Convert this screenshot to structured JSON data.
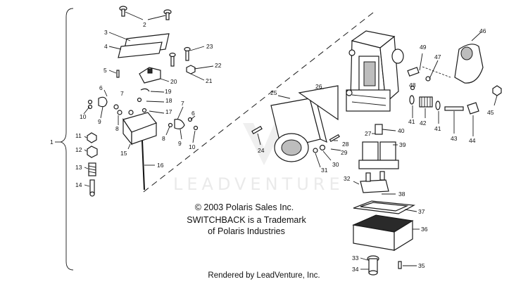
{
  "diagram": {
    "notes": {
      "copyright": "© 2003 Polaris Sales Inc.",
      "trademark_line1": "SWITCHBACK is a Trademark",
      "trademark_line2": "of Polaris Industries",
      "rendered_by": "Rendered by LeadVenture, Inc."
    },
    "watermark": "LEADVENTURE",
    "callouts": [
      "1",
      "2",
      "3",
      "4",
      "5",
      "6",
      "7",
      "8",
      "9",
      "10",
      "11",
      "12",
      "13",
      "14",
      "15",
      "16",
      "17",
      "18",
      "19",
      "20",
      "21",
      "22",
      "23",
      "24",
      "25",
      "26",
      "27",
      "28",
      "29",
      "30",
      "31",
      "32",
      "33",
      "34",
      "35",
      "36",
      "37",
      "38",
      "39",
      "40",
      "41",
      "42",
      "43",
      "44",
      "45",
      "46",
      "47",
      "48",
      "49"
    ]
  }
}
